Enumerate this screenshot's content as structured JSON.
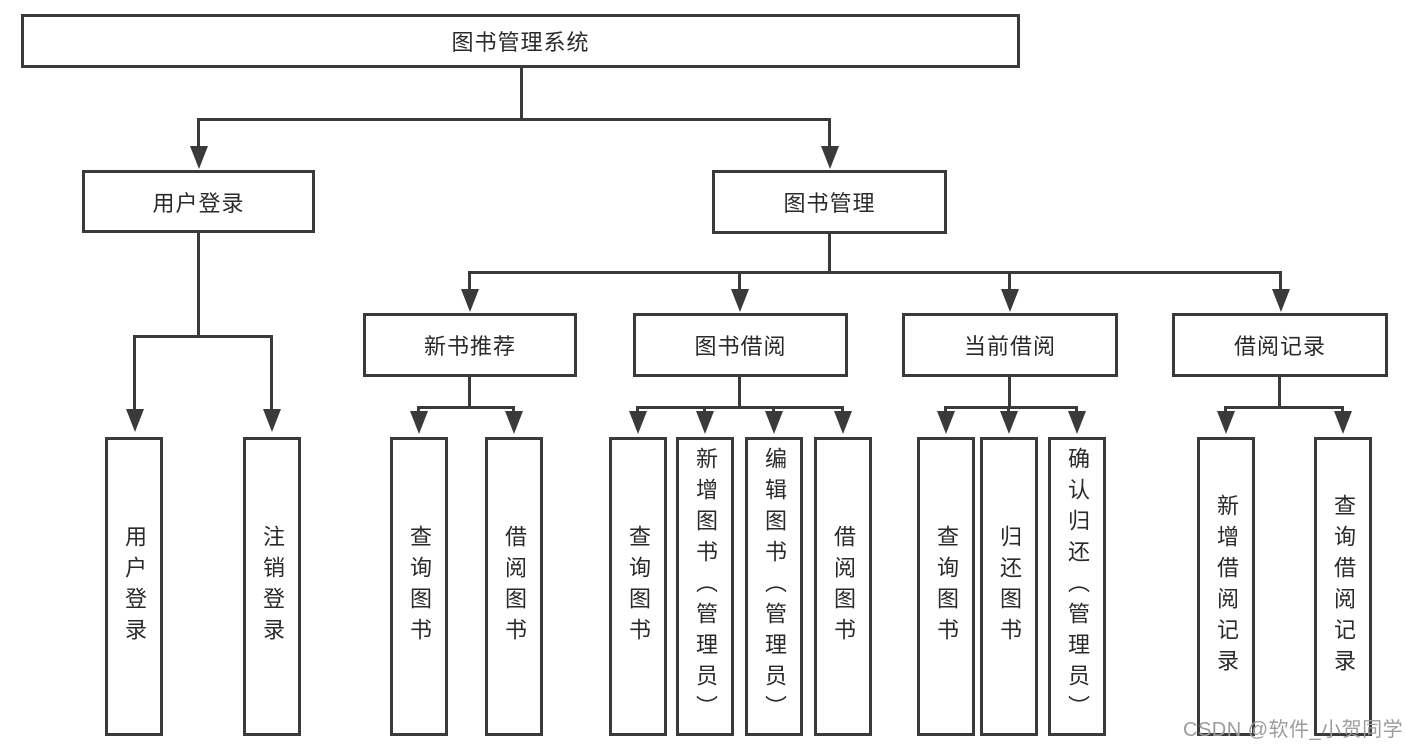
{
  "diagram": {
    "type": "hierarchy",
    "root": {
      "label": "图书管理系统",
      "children": [
        {
          "label": "用户登录",
          "children": [
            {
              "label": "用户登录"
            },
            {
              "label": "注销登录"
            }
          ]
        },
        {
          "label": "图书管理",
          "children": [
            {
              "label": "新书推荐",
              "children": [
                {
                  "label": "查询图书"
                },
                {
                  "label": "借阅图书"
                }
              ]
            },
            {
              "label": "图书借阅",
              "children": [
                {
                  "label": "查询图书"
                },
                {
                  "label": "新增图书（管理员）"
                },
                {
                  "label": "编辑图书（管理员）"
                },
                {
                  "label": "借阅图书"
                }
              ]
            },
            {
              "label": "当前借阅",
              "children": [
                {
                  "label": "查询图书"
                },
                {
                  "label": "归还图书"
                },
                {
                  "label": "确认归还（管理员）"
                }
              ]
            },
            {
              "label": "借阅记录",
              "children": [
                {
                  "label": "新增借阅记录"
                },
                {
                  "label": "查询借阅记录"
                }
              ]
            }
          ]
        }
      ]
    },
    "colors": {
      "line": "#3a3a3a",
      "box_border": "#3a3a3a",
      "text": "#2a2a2a",
      "background": "#ffffff",
      "watermark": "#9d9d9d"
    }
  },
  "watermark": {
    "text": "CSDN @软件_小贺同学"
  }
}
